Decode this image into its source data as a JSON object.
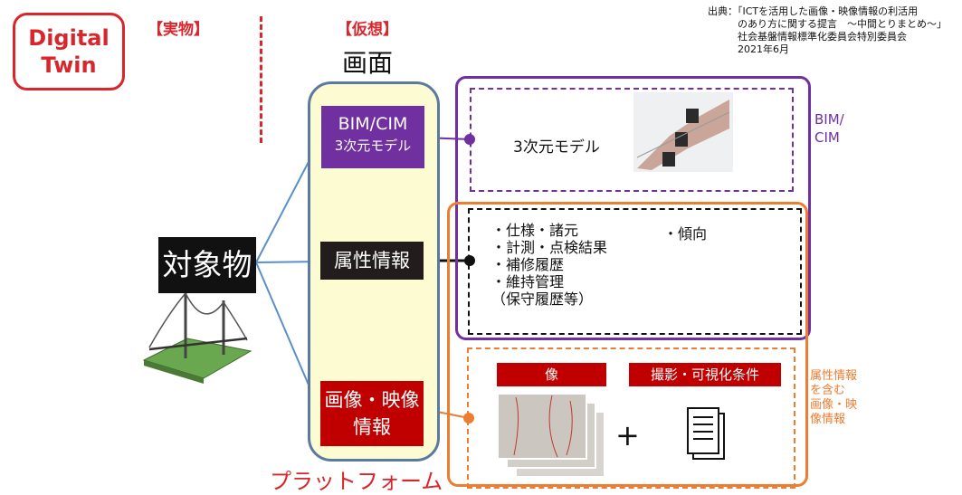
{
  "header": {
    "digital_twin": "Digital\nTwin",
    "real_label": "【実物】",
    "virtual_label": "【仮想】",
    "screen_label": "画面",
    "source": "出典：｢ICTを活用した画像・映像情報の利活用\n　　　のあり方に関する提言　～中間とりまとめ～｣\n　　　社会基盤情報標準化委員会特別委員会\n　　　2021年6月"
  },
  "left": {
    "target": "対象物"
  },
  "panel": {
    "bim_line1": "BIM/CIM",
    "bim_line2": "3次元モデル",
    "attr": "属性情報",
    "img_line1": "画像・映像",
    "img_line2": "情報",
    "platform": "プラットフォーム"
  },
  "right": {
    "model_text": "3次元モデル",
    "bimcim_side": "BIM/\nCIM",
    "attr_items": [
      "・仕様・諸元",
      "・計測・点検結果",
      "・補修履歴",
      "・維持管理",
      "（保守履歴等）"
    ],
    "trend": "・傾向",
    "image_header": "像",
    "condition_header": "撮影・可視化条件",
    "plus": "+",
    "side_note": "属性情報\nを含む\n画像・映\n像情報"
  },
  "colors": {
    "red": "#d9262c",
    "purple": "#7030a0",
    "orange": "#ed7d31",
    "panel_fill": "#fdfbd2",
    "panel_border": "#5a7aa0"
  }
}
